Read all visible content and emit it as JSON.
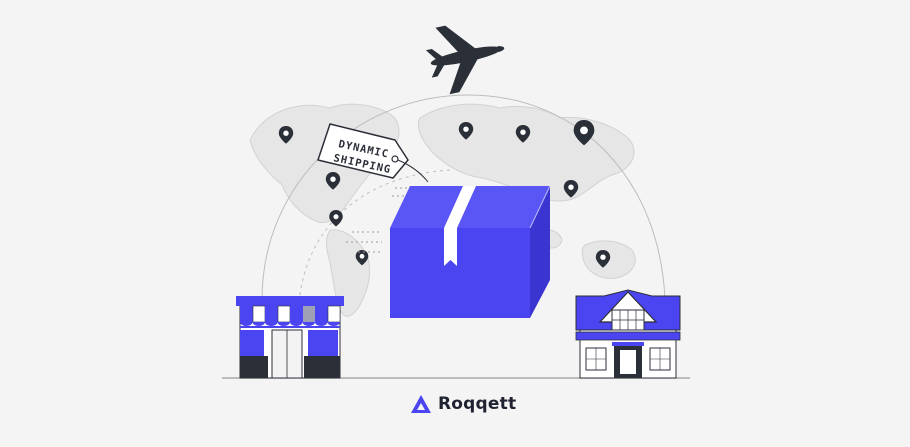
{
  "tag": {
    "line1": "DYNAMIC",
    "line2": "SHIPPING"
  },
  "brand": {
    "name": "Roqqett",
    "logo_icon": "roqqett-logo-icon"
  },
  "colors": {
    "accent": "#4a45f0",
    "dark": "#2b2f38",
    "background": "#f4f4f4",
    "map": "#dcdcdc"
  },
  "icons": [
    "airplane-icon",
    "location-pin-icon",
    "shop-icon",
    "house-icon",
    "package-box-icon"
  ]
}
